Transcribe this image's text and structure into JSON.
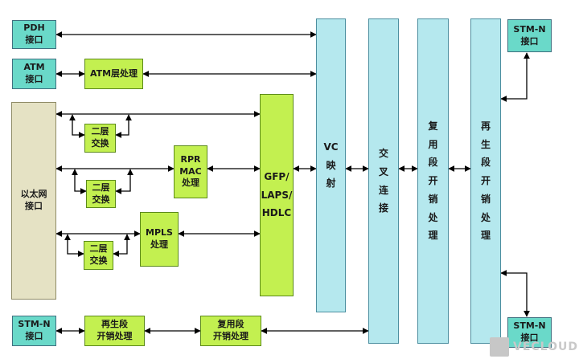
{
  "boxes": {
    "pdh": "PDH\n接口",
    "atm": "ATM\n接口",
    "atm_proc": "ATM层处理",
    "ethernet": "以太网\n接口",
    "l2_a": "二层\n交换",
    "l2_b": "二层\n交换",
    "l2_c": "二层\n交换",
    "rpr": "RPR\nMAC\n处理",
    "mpls": "MPLS\n处理",
    "gfp": "GFP/\nLAPS/\nHDLC",
    "vc": "VC\n映\n射",
    "cross": "交\n叉\n连\n接",
    "mux_oh": "复\n用\n段\n开\n销\n处\n理",
    "regen_oh": "再\n生\n段\n开\n销\n处\n理",
    "stm_top": "STM-N\n接口",
    "stm_bl": "STM-N\n接口",
    "regen_proc": "再生段\n开销处理",
    "mux_proc": "复用段\n开销处理",
    "stm_br": "STM-N\n接口"
  },
  "watermark": "VECLOUD",
  "colors": {
    "interface": "#6ad9c9",
    "column": "#b5e8ee",
    "processing": "#c3f050",
    "ethernet": "#e5e2c4",
    "line": "#000000"
  }
}
